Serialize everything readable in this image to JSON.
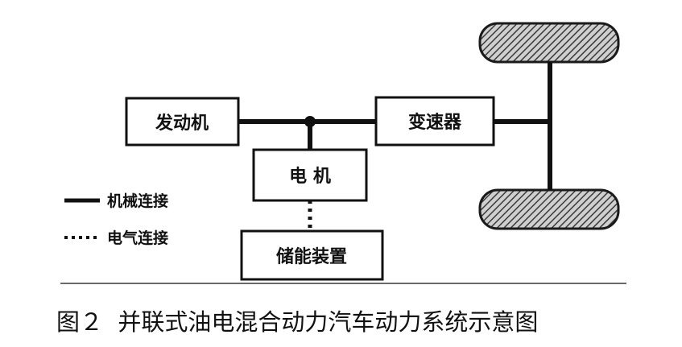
{
  "blocks": {
    "engine": "发动机",
    "motor": "电 机",
    "gearbox": "变速器",
    "storage": "储能装置"
  },
  "legend": {
    "mechanical": "机械连接",
    "electrical": "电气连接"
  },
  "caption": "图２  并联式油电混合动力汽车动力系统示意图"
}
